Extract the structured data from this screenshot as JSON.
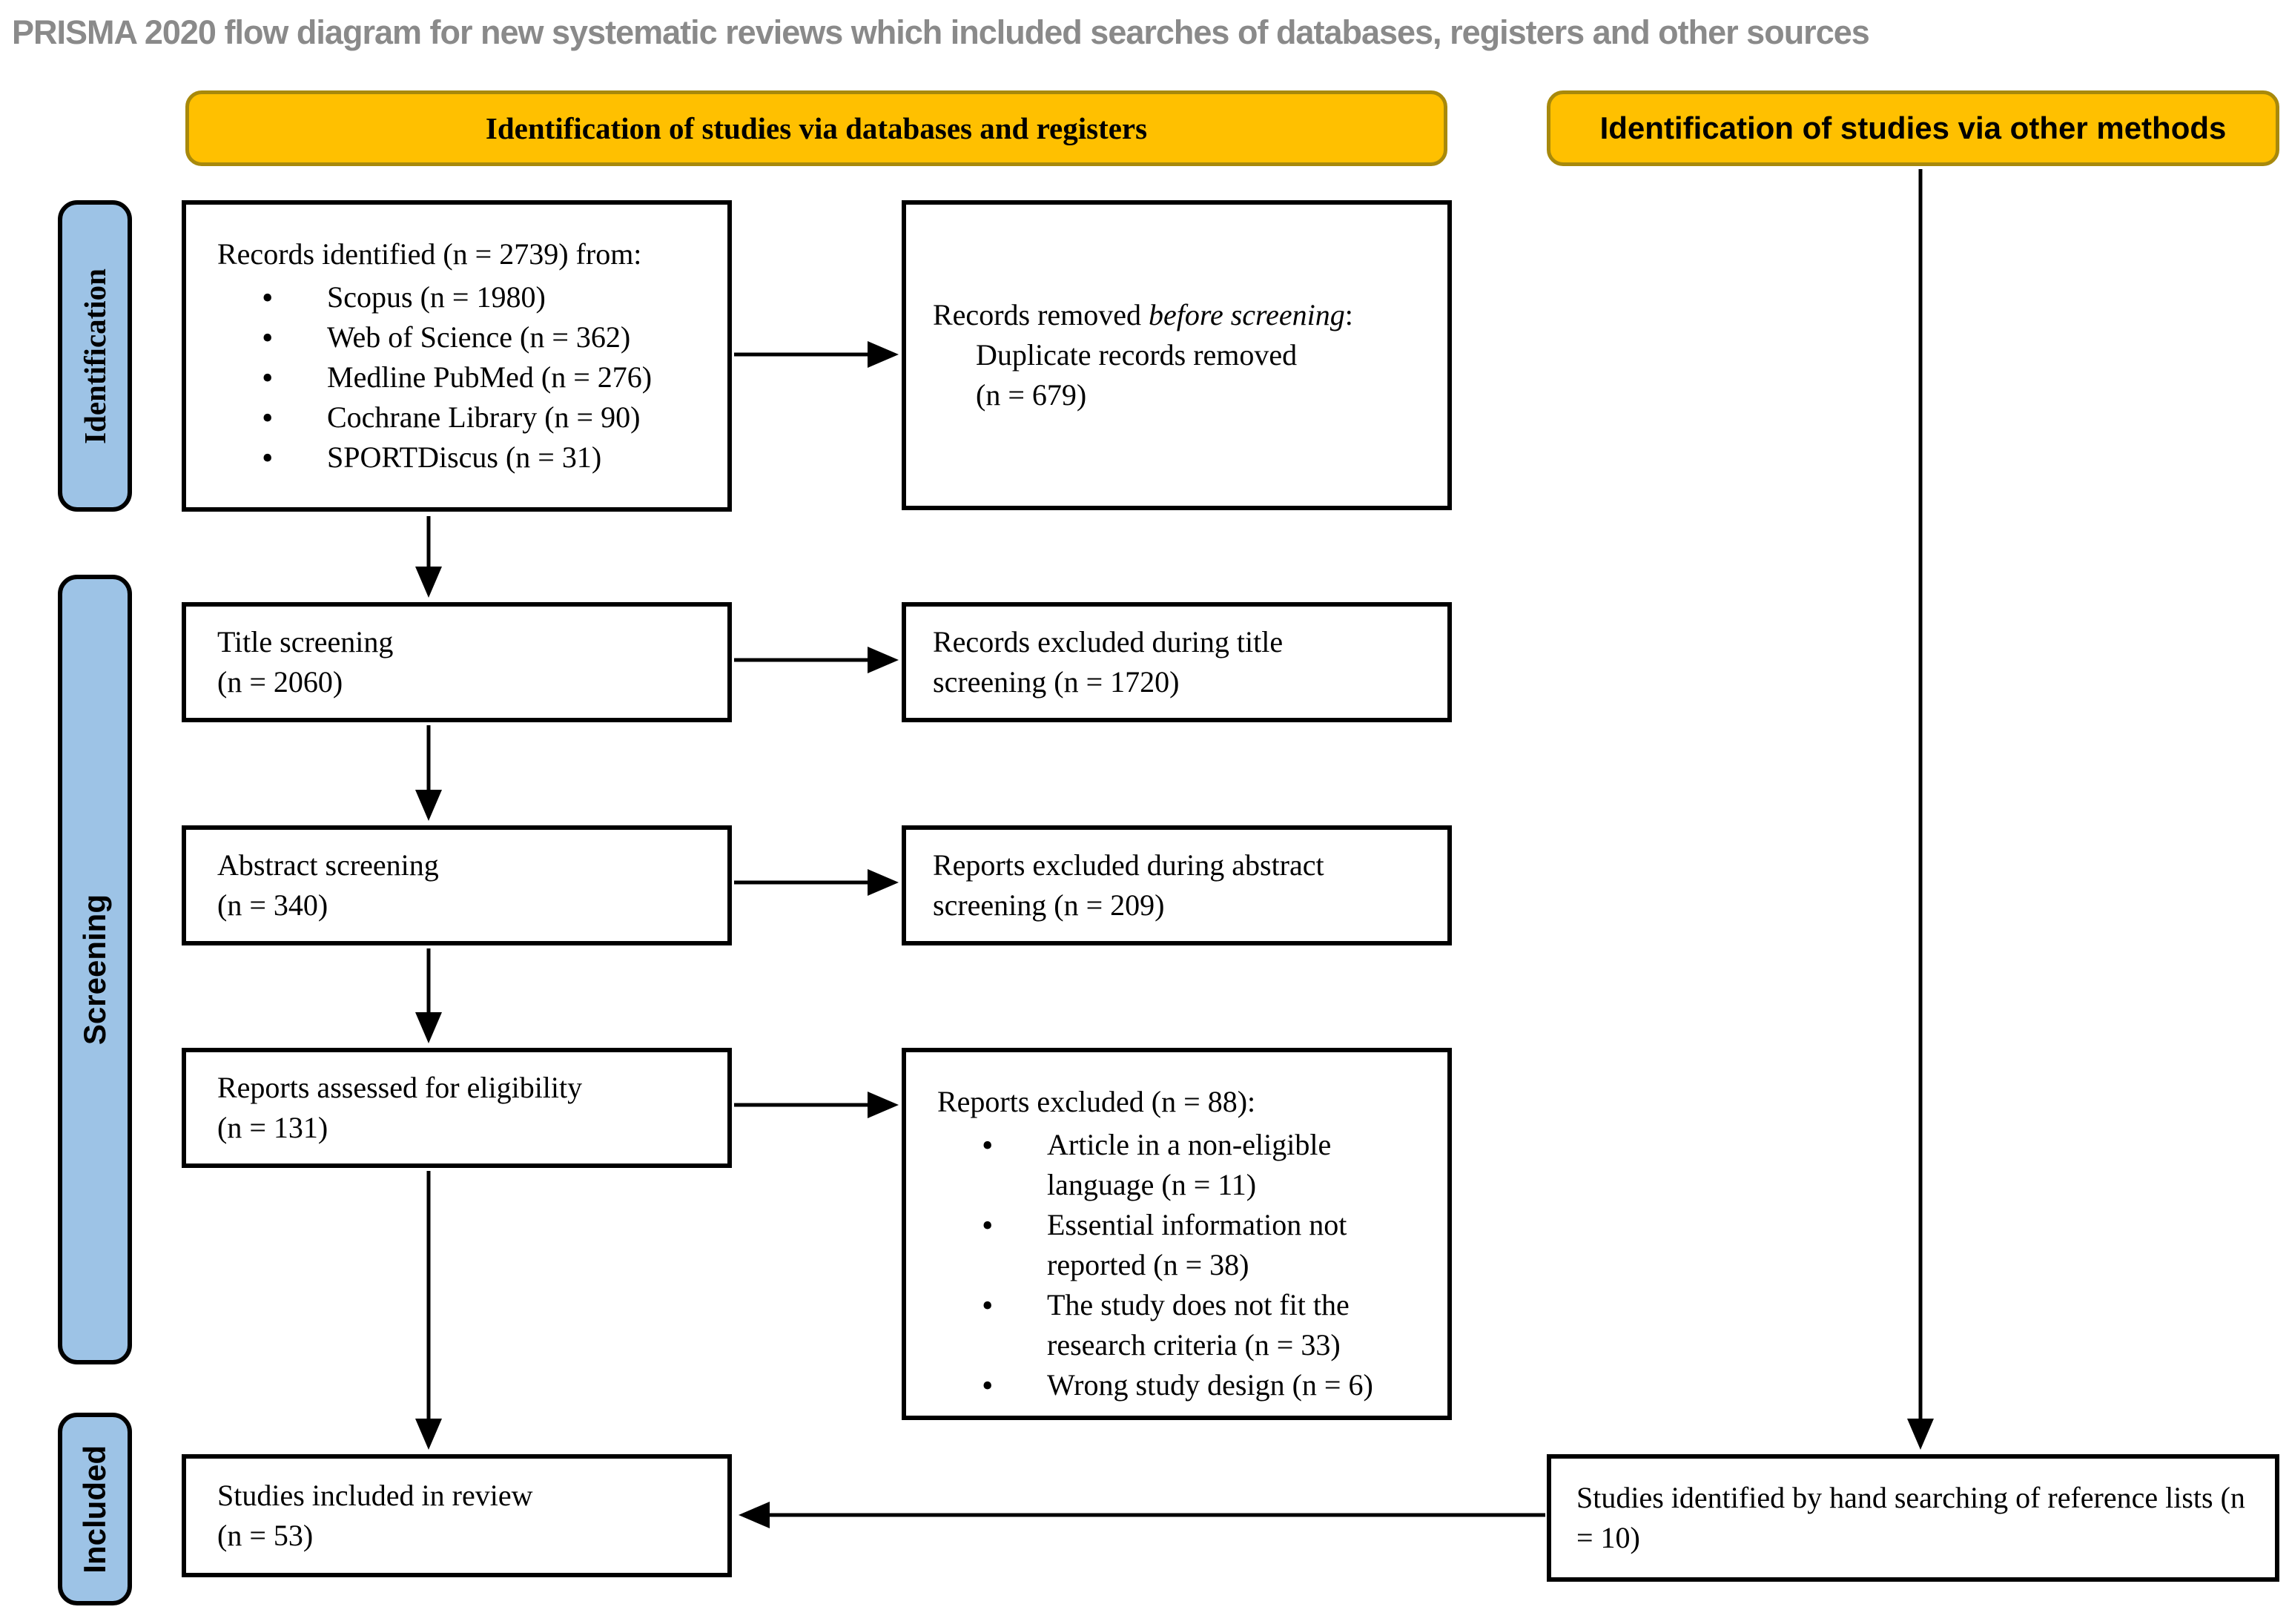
{
  "title": "PRISMA 2020 flow diagram for new systematic reviews which included searches of databases, registers and other sources",
  "banners": {
    "databases": "Identification of studies via databases and registers",
    "other_methods": "Identification of studies via other methods"
  },
  "sidebar": {
    "identification": "Identification",
    "screening": "Screening",
    "included": "Included"
  },
  "boxes": {
    "records_identified": {
      "intro": "Records identified (n = 2739) from:",
      "items": [
        "Scopus (n = 1980)",
        "Web of Science (n = 362)",
        "Medline PubMed (n = 276)",
        "Cochrane Library (n = 90)",
        "SPORTDiscus (n = 31)"
      ]
    },
    "records_removed": {
      "line1_prefix": "Records removed ",
      "line1_italic": "before screening",
      "line1_suffix": ":",
      "line2": "Duplicate records removed",
      "line3": "(n = 679)"
    },
    "title_screening": {
      "line1": "Title screening",
      "line2": "(n = 2060)"
    },
    "records_excluded_title": "Records excluded during title screening (n = 1720)",
    "abstract_screening": {
      "line1": "Abstract screening",
      "line2": "(n = 340)"
    },
    "reports_excluded_abstract": "Reports excluded during abstract screening (n = 209)",
    "reports_assessed": {
      "line1": "Reports assessed for eligibility",
      "line2": "(n = 131)"
    },
    "reports_excluded": {
      "intro": "Reports excluded (n = 88):",
      "items": [
        "Article in a non-eligible language (n = 11)",
        "Essential information not reported (n = 38)",
        "The study does not fit the research criteria (n = 33)",
        "Wrong study design (n = 6)"
      ]
    },
    "studies_included": {
      "line1": "Studies included in review",
      "line2": "(n = 53)"
    },
    "studies_hand_search": "Studies identified by hand searching of reference lists (n = 10)"
  },
  "colors": {
    "banner_fill": "#FFC000",
    "banner_border": "#A8890B",
    "sidebar_fill": "#9DC3E6",
    "box_border": "#000000",
    "title_text": "#8A8A8A",
    "arrow": "#000000"
  }
}
